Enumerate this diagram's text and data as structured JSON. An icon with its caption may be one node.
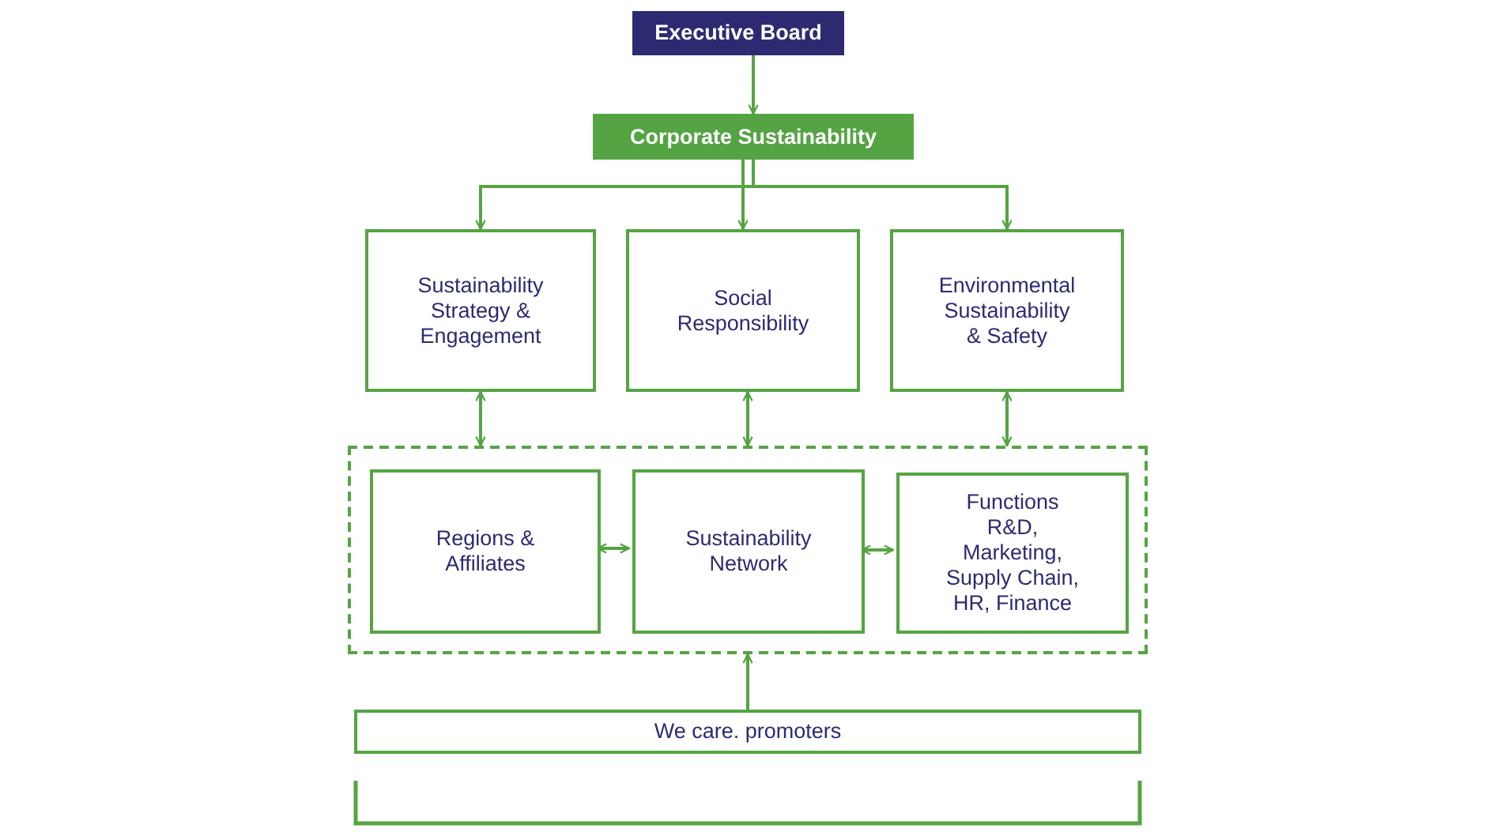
{
  "diagram": {
    "nodes": [
      {
        "text": [
          "Executive Board"
        ]
      },
      {
        "text": [
          "Corporate Sustainability"
        ]
      },
      {
        "text": [
          "Sustainability Strategy & Engagement"
        ]
      },
      {
        "text": [
          "Social Responsibility"
        ]
      },
      {
        "text": [
          "Environmental Sustainability & Safety"
        ]
      },
      {
        "text": [],
        "shape": "box"
      },
      {
        "text": [
          "Regions & Affiliates"
        ],
        "in": 5
      },
      {
        "text": [
          "Sustainability Network"
        ],
        "in": 5
      },
      {
        "text": [
          "Functions",
          "R&D, Marketing, Supply Chain, HR, Finance"
        ],
        "in": 5
      },
      {
        "text": [
          "We care. promoters"
        ]
      }
    ],
    "edges": [
      {
        "from": 0,
        "to": 1,
        "arrow": "to"
      },
      {
        "from": 1,
        "to": 2,
        "arrow": "to"
      },
      {
        "from": 1,
        "to": 3,
        "arrow": "to"
      },
      {
        "from": 1,
        "to": 4,
        "arrow": "to"
      },
      {
        "from": 2,
        "to": 5,
        "arrow": "both"
      },
      {
        "from": 3,
        "to": 5,
        "arrow": "both"
      },
      {
        "from": 4,
        "to": 5,
        "arrow": "both"
      },
      {
        "from": 6,
        "to": 7,
        "arrow": "both"
      },
      {
        "from": 7,
        "to": 8,
        "arrow": "both"
      },
      {
        "from": 9,
        "to": 5,
        "arrow": "to"
      }
    ]
  }
}
